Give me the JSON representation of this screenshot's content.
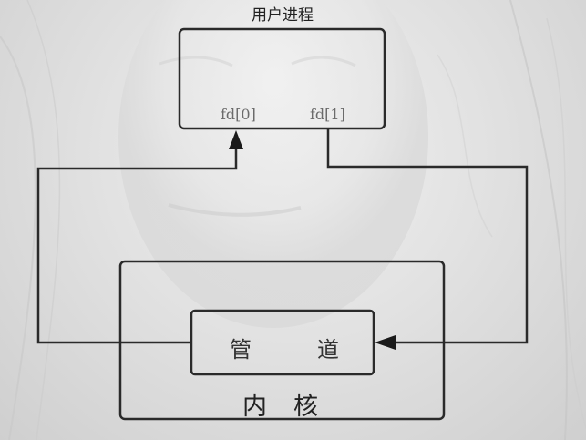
{
  "diagram": {
    "process_title": "用户进程",
    "fd_read": "fd[0]",
    "fd_write": "fd[1]",
    "pipe_left": "管",
    "pipe_right": "道",
    "kernel_left": "内",
    "kernel_right": "核"
  },
  "colors": {
    "stroke": "#2a2a2a",
    "text": "#222222",
    "fd_text": "#6b6b6b"
  }
}
